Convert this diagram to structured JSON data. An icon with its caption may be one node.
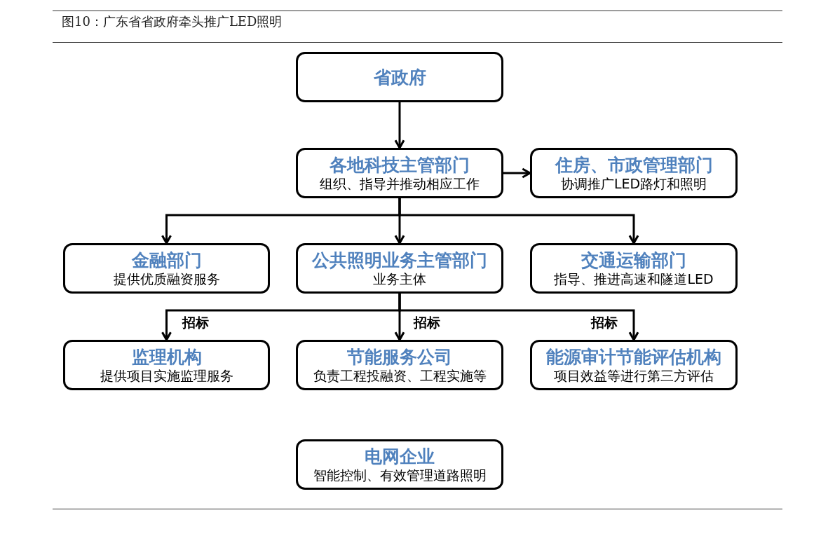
{
  "diagram": {
    "title": "图10：广东省省政府牵头推广LED照明",
    "nodes": [
      {
        "text": [
          "省政府"
        ]
      },
      {
        "text": [
          "各地科技主管部门",
          "组织、指导并推动相应工作"
        ]
      },
      {
        "text": [
          "住房、市政管理部门",
          "协调推广LED路灯和照明"
        ]
      },
      {
        "text": [
          "金融部门",
          "提供优质融资服务"
        ]
      },
      {
        "text": [
          "公共照明业务主管部门",
          "业务主体"
        ]
      },
      {
        "text": [
          "交通运输部门",
          "指导、推进高速和隧道LED"
        ]
      },
      {
        "text": [
          "监理机构",
          "提供项目实施监理服务"
        ]
      },
      {
        "text": [
          "节能服务公司",
          "负责工程投融资、工程实施等"
        ]
      },
      {
        "text": [
          "能源审计节能评估机构",
          "项目效益等进行第三方评估"
        ]
      },
      {
        "text": [
          "电网企业",
          "智能控制、有效管理道路照明"
        ]
      }
    ],
    "edges": [
      {
        "from": 0,
        "to": 1,
        "arrow": "to"
      },
      {
        "from": 1,
        "to": 2,
        "arrow": "to"
      },
      {
        "from": 1,
        "to": 3,
        "arrow": "to"
      },
      {
        "from": 1,
        "to": 4,
        "arrow": "to"
      },
      {
        "from": 1,
        "to": 5,
        "arrow": "to"
      },
      {
        "from": 4,
        "to": 6,
        "arrow": "to",
        "label": "招标"
      },
      {
        "from": 4,
        "to": 7,
        "arrow": "to",
        "label": "招标"
      },
      {
        "from": 4,
        "to": 8,
        "arrow": "to",
        "label": "招标"
      }
    ]
  }
}
